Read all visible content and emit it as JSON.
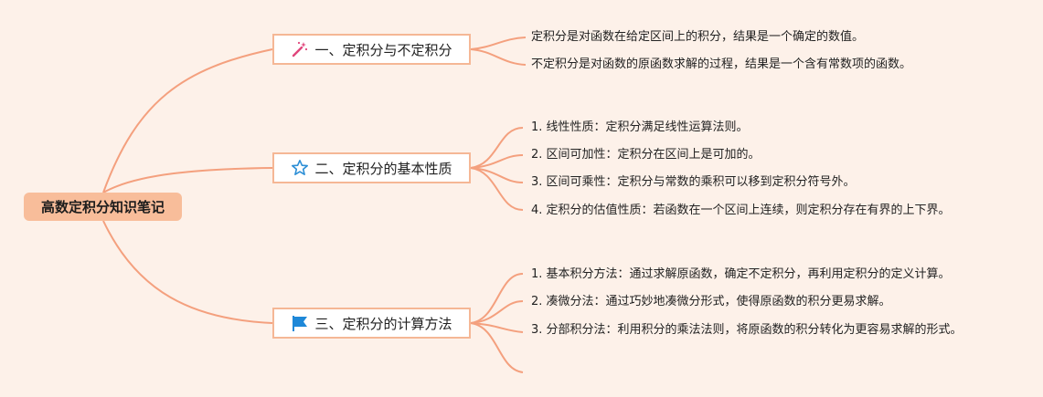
{
  "root": {
    "label": "高数定积分知识笔记"
  },
  "branches": [
    {
      "label": "一、定积分与不定积分",
      "icon": "magic-wand-icon",
      "items": [
        "定积分是对函数在给定区间上的积分，结果是一个确定的数值。",
        "不定积分是对函数的原函数求解的过程，结果是一个含有常数项的函数。"
      ]
    },
    {
      "label": "二、定积分的基本性质",
      "icon": "star-icon",
      "items": [
        "1. 线性性质：定积分满足线性运算法则。",
        "2. 区间可加性：定积分在区间上是可加的。",
        "3. 区间可乘性：定积分与常数的乘积可以移到定积分符号外。",
        "4. 定积分的估值性质：若函数在一个区间上连续，则定积分存在有界的上下界。"
      ]
    },
    {
      "label": "三、定积分的计算方法",
      "icon": "flag-icon",
      "items": [
        "1. 基本积分方法：通过求解原函数，确定不定积分，再利用定积分的定义计算。",
        "2. 凑微分法：通过巧妙地凑微分形式，使得原函数的积分更易求解。",
        "3. 分部积分法：利用积分的乘法法则，将原函数的积分转化为更容易求解的形式。"
      ]
    }
  ],
  "colors": {
    "line": "#f4a07e",
    "root_bg": "#f8bd9a",
    "border": "#f5b795",
    "background": "#fdf1e9"
  }
}
